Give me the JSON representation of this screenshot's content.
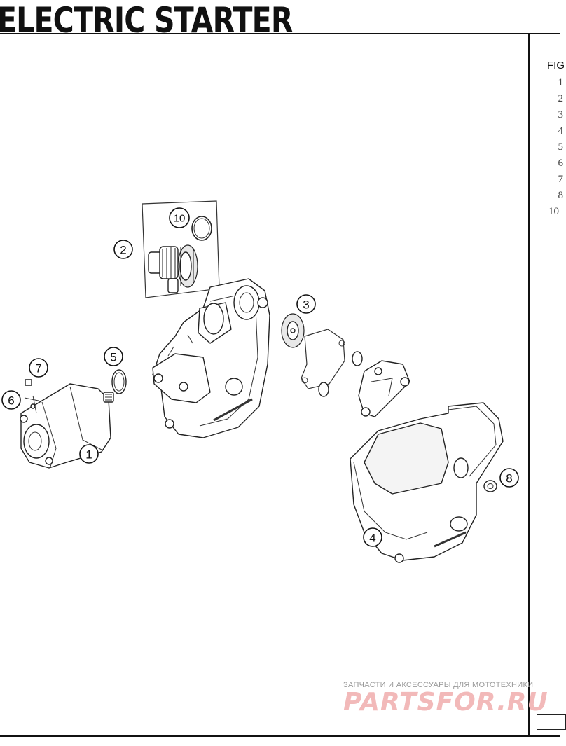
{
  "page": {
    "title": "ELECTRIC STARTER",
    "fig_label": "FIG",
    "index_numbers": [
      "1",
      "2",
      "3",
      "4",
      "5",
      "6",
      "7",
      "8",
      "10"
    ]
  },
  "callouts": [
    "1",
    "2",
    "3",
    "4",
    "5",
    "6",
    "7",
    "8",
    "10"
  ],
  "watermark": {
    "caption": "ЗАПЧАСТИ И АКСЕССУАРЫ ДЛЯ МОТОТЕХНИКИ",
    "logo": "PARTSFOR.RU"
  }
}
